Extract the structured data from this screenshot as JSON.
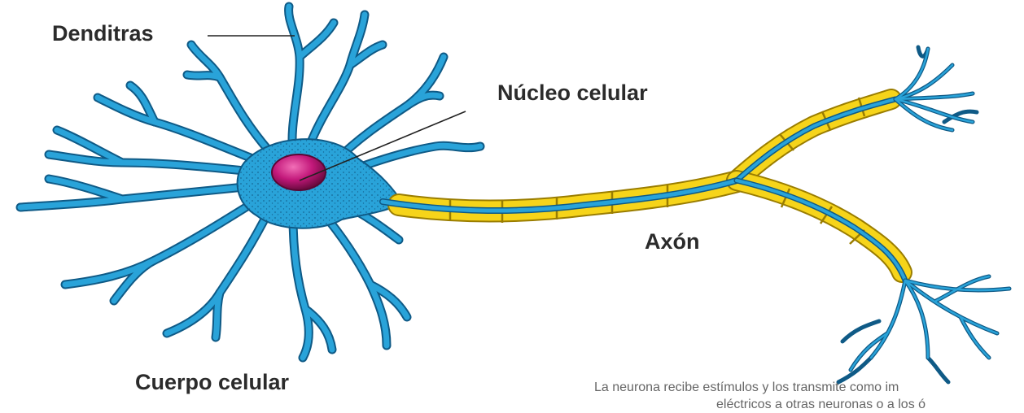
{
  "labels": {
    "dendrites": "Denditras",
    "nucleus": "Núcleo celular",
    "axon": "Axón",
    "cell_body": "Cuerpo celular"
  },
  "caption": {
    "line1": "La neurona recibe estímulos y los transmite como im",
    "line2": "eléctricos a otras neuronas o a los ó"
  },
  "colors": {
    "neuron": "#29a3d9",
    "neuron_outline": "#0f5a86",
    "myelin": "#f6d41a",
    "myelin_outline": "#9a7d00",
    "nucleus": "#c2187a",
    "text": "#2b2b2b",
    "caption": "#666666"
  }
}
